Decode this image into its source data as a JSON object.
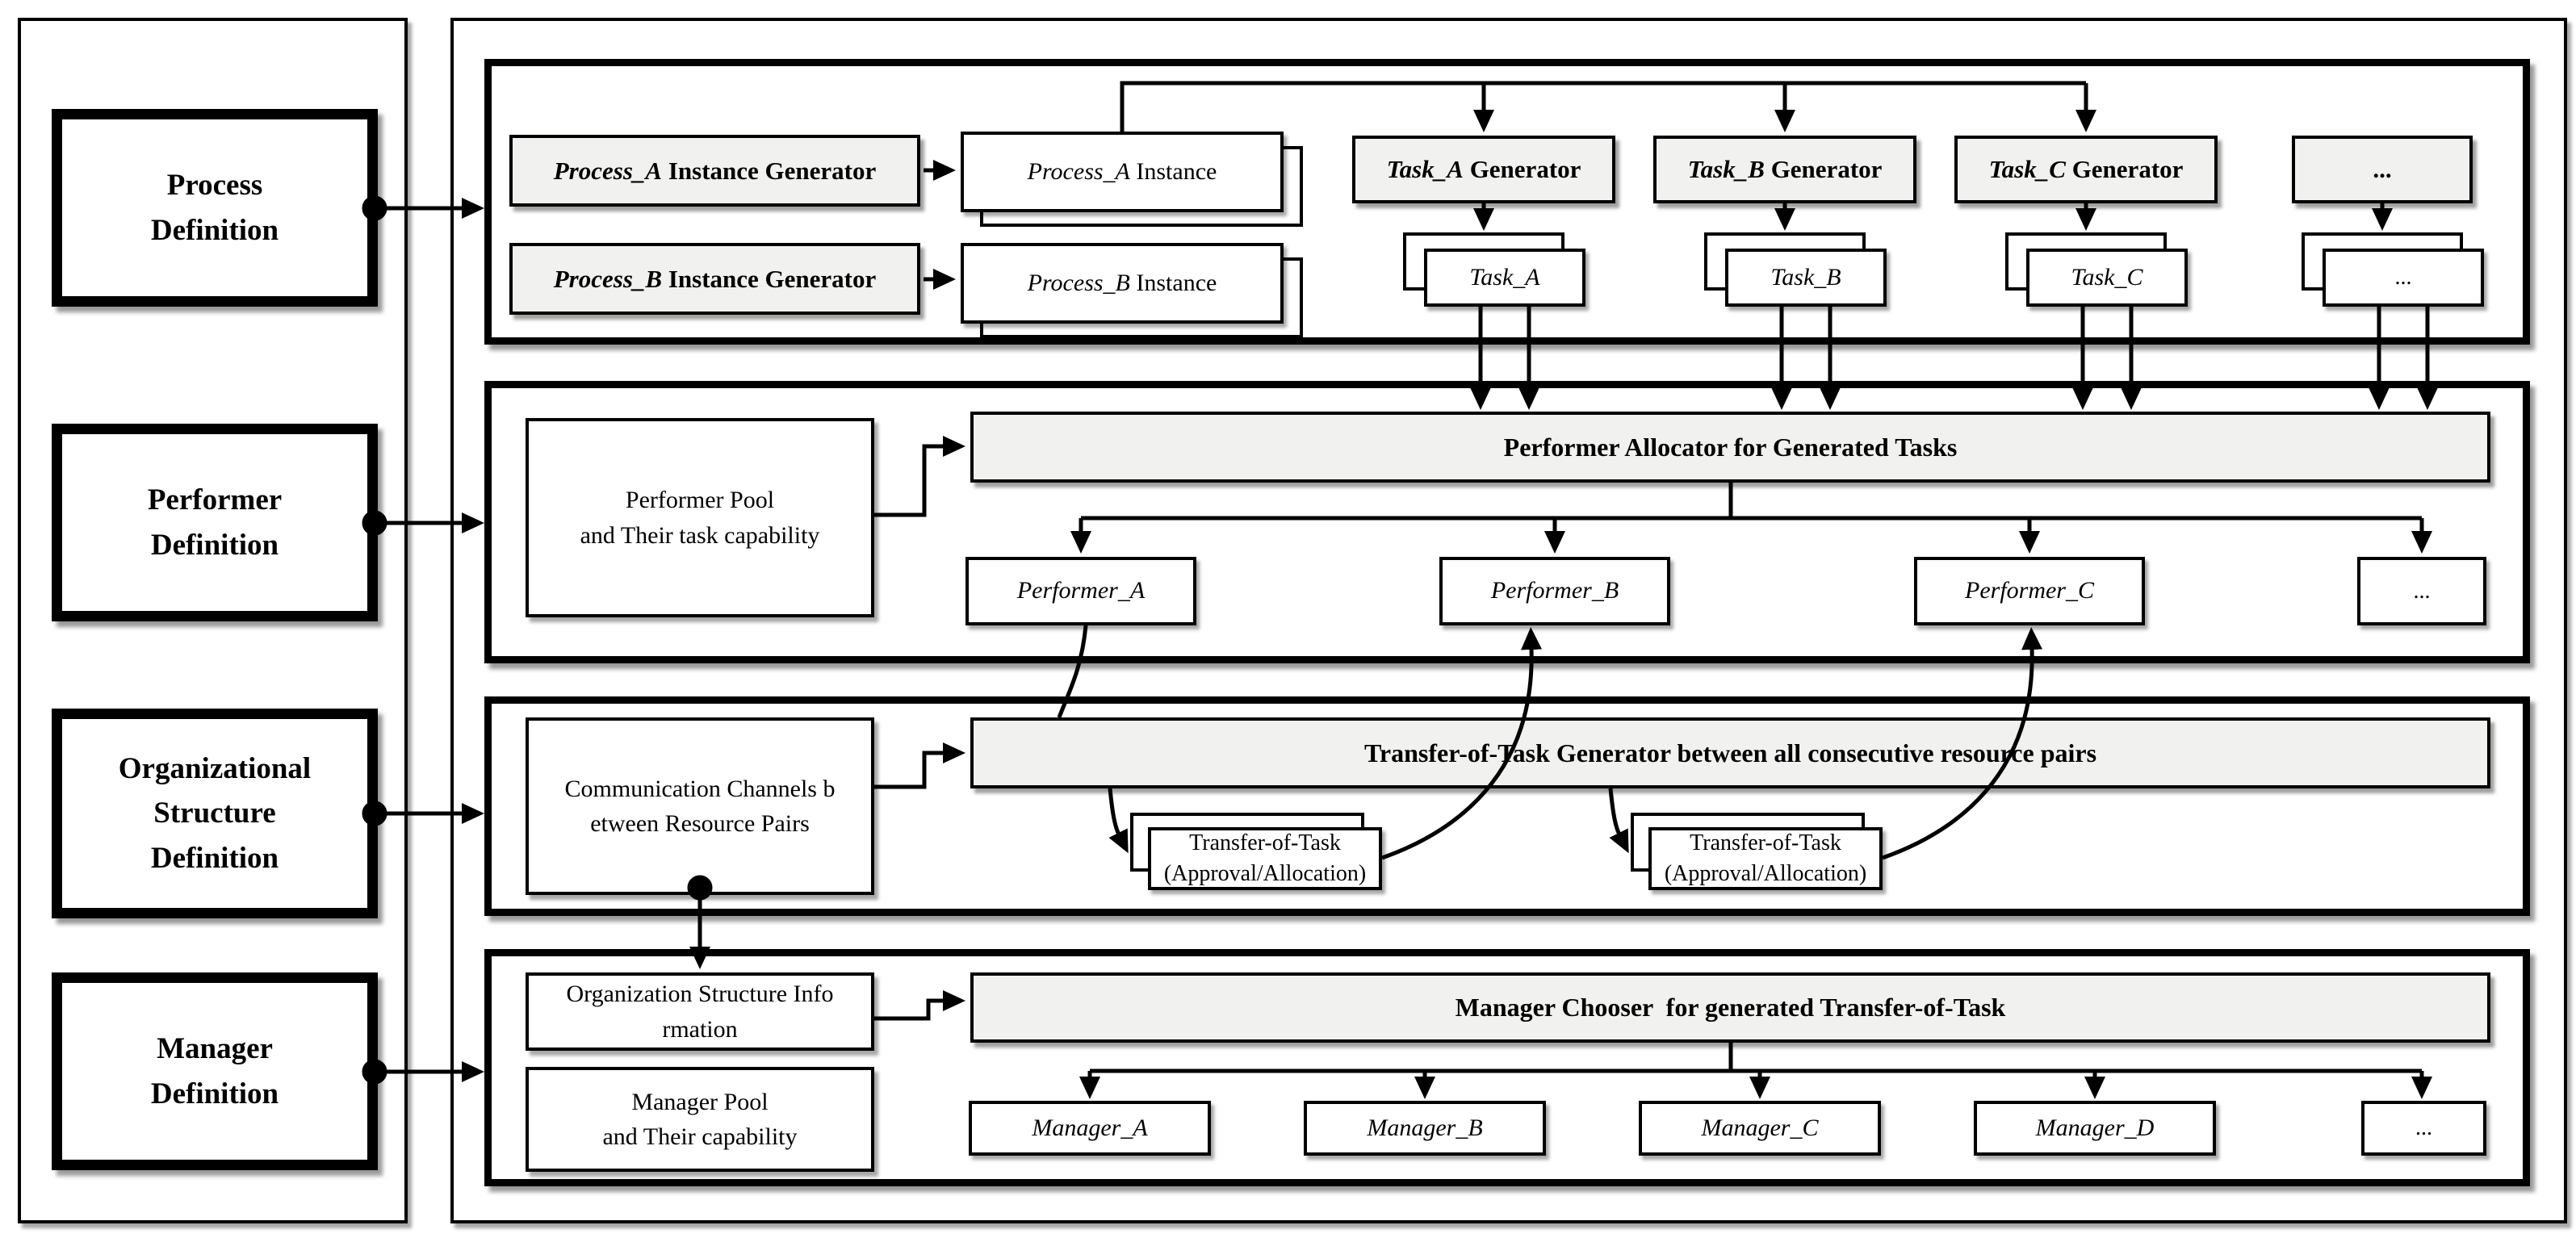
{
  "sidebar": {
    "items": [
      {
        "label": "Process\nDefinition"
      },
      {
        "label": "Performer\nDefinition"
      },
      {
        "label": "Organizational\nStructure\nDefinition"
      },
      {
        "label": "Manager\nDefinition"
      }
    ]
  },
  "process_panel": {
    "instance_generators": [
      {
        "em": "Process_A",
        "rest": " Instance Generator"
      },
      {
        "em": "Process_B",
        "rest": " Instance Generator"
      }
    ],
    "instances": [
      {
        "em": "Process_A",
        "rest": " Instance"
      },
      {
        "em": "Process_B",
        "rest": " Instance"
      }
    ],
    "task_generators": [
      {
        "em": "Task_A",
        "rest": " Generator"
      },
      {
        "em": "Task_B",
        "rest": " Generator"
      },
      {
        "em": "Task_C",
        "rest": " Generator"
      },
      {
        "em": "",
        "rest": "..."
      }
    ],
    "tasks": [
      "Task_A",
      "Task_B",
      "Task_C",
      "..."
    ]
  },
  "performer_panel": {
    "pool": "Performer Pool\nand Their task capability",
    "allocator": "Performer Allocator for Generated Tasks",
    "performers": [
      "Performer_A",
      "Performer_B",
      "Performer_C",
      "..."
    ]
  },
  "transfer_panel": {
    "channels": "Communication Channels b\netween Resource Pairs",
    "generator": "Transfer-of-Task Generator between all consecutive resource pairs",
    "transfers": [
      "Transfer-of-Task\n(Approval/Allocation)",
      "Transfer-of-Task\n(Approval/Allocation)"
    ]
  },
  "manager_panel": {
    "org_info": "Organization Structure Info\nrmation",
    "pool": "Manager Pool\nand Their capability",
    "chooser": "Manager Chooser  for generated Transfer-of-Task",
    "managers": [
      "Manager_A",
      "Manager_B",
      "Manager_C",
      "Manager_D",
      "..."
    ]
  },
  "colors": {
    "line": "#000000",
    "box_fill": "#f1f1f0",
    "background": "#ffffff"
  }
}
